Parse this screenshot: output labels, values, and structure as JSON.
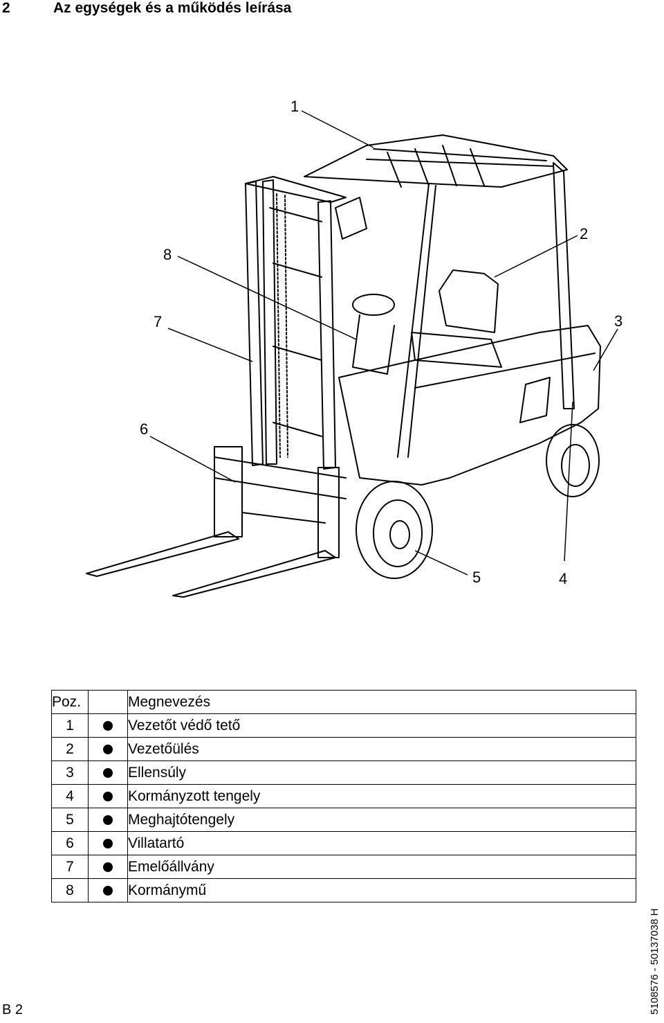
{
  "header": {
    "section_number": "2",
    "section_title": "Az egységek és a működés leírása"
  },
  "figure": {
    "callouts": [
      "1",
      "2",
      "3",
      "4",
      "5",
      "6",
      "7",
      "8"
    ]
  },
  "legend": {
    "col_pos": "Poz.",
    "col_name": "Megnevezés",
    "rows": [
      {
        "pos": "1",
        "name": "Vezetőt védő tető"
      },
      {
        "pos": "2",
        "name": "Vezetőülés"
      },
      {
        "pos": "3",
        "name": "Ellensúly"
      },
      {
        "pos": "4",
        "name": "Kormányzott tengely"
      },
      {
        "pos": "5",
        "name": "Meghajtótengely"
      },
      {
        "pos": "6",
        "name": "Villatartó"
      },
      {
        "pos": "7",
        "name": "Emelőállvány"
      },
      {
        "pos": "8",
        "name": "Kormánymű"
      }
    ]
  },
  "document_id": "5108576 - 50137038 H",
  "page_number": "B 2"
}
